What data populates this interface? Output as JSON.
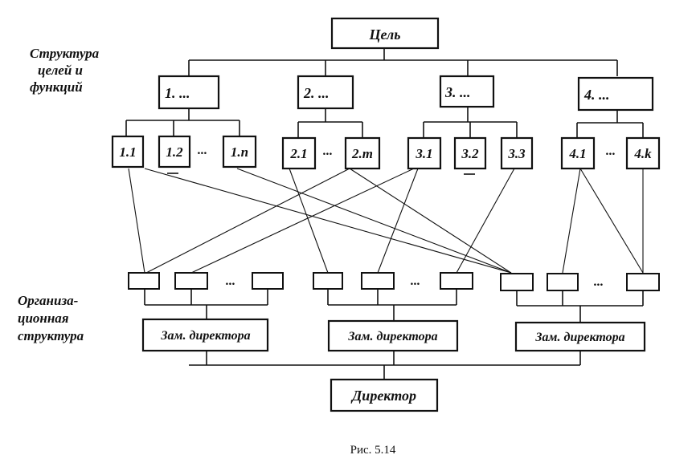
{
  "labels": {
    "goals_structure": [
      "Структура",
      "целей и",
      "функций"
    ],
    "org_structure": [
      "Организа-",
      "ционная",
      "структура"
    ]
  },
  "goal": "Цель",
  "level1": [
    "1. ...",
    "2. ...",
    "3. ...",
    "4. ..."
  ],
  "level2": [
    "1.1",
    "1.2",
    "...",
    "1.n",
    "2.1",
    "...",
    "2.m",
    "3.1",
    "3.2",
    "3.3",
    "4.1",
    "...",
    "4.k"
  ],
  "units_ellipsis": [
    "...",
    "...",
    "..."
  ],
  "deputies": [
    "Зам. директора",
    "Зам. директора",
    "Зам. директора"
  ],
  "director": "Директор",
  "caption": "Рис. 5.14"
}
